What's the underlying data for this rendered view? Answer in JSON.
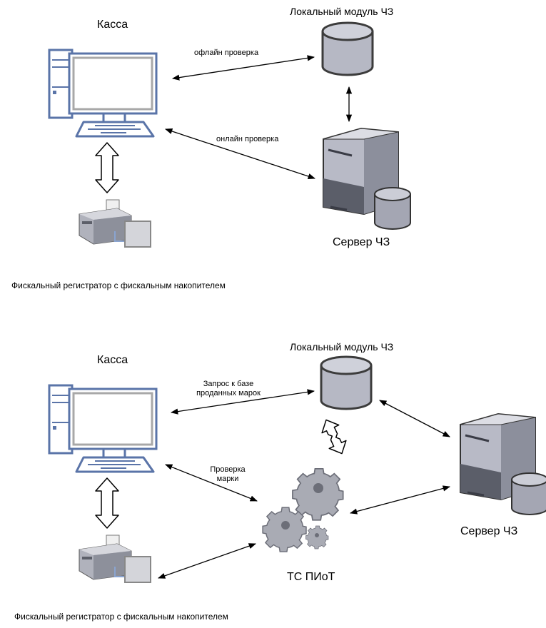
{
  "diagram1": {
    "kassa": "Касса",
    "local_module": "Локальный модуль ЧЗ",
    "server": "Сервер ЧЗ",
    "offline_check": "офлайн проверка",
    "online_check": "онлайн проверка",
    "caption": "Фискальный регистратор с фискальным накопителем"
  },
  "diagram2": {
    "kassa": "Касса",
    "local_module": "Локальный модуль ЧЗ",
    "server": "Сервер ЧЗ",
    "request_line1": "Запрос к базе",
    "request_line2": "проданных марок",
    "check_line1": "Проверка",
    "check_line2": "марки",
    "piot": "ТС ПИоТ",
    "caption": "Фискальный регистратор с фискальным накопителем"
  }
}
